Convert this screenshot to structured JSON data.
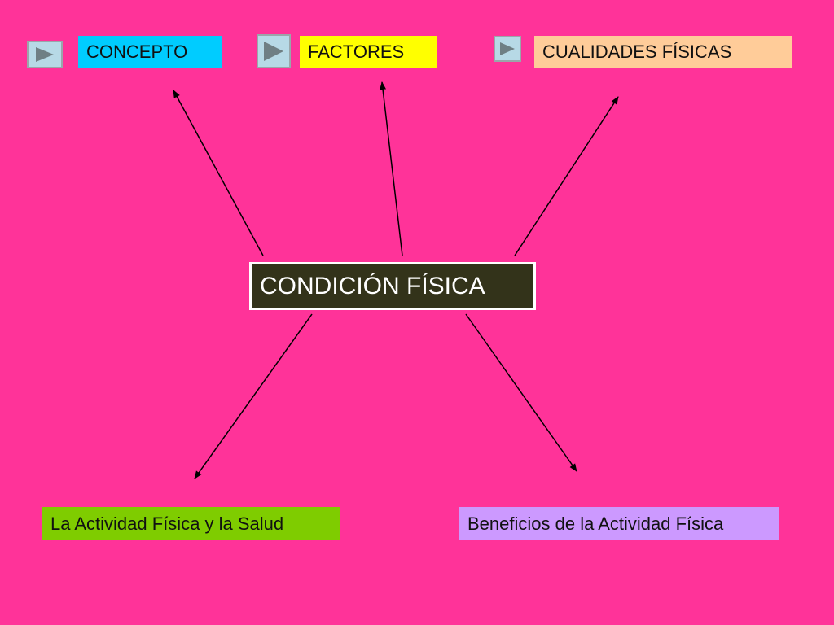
{
  "diagram": {
    "center": {
      "label": "CONDICIÓN FÍSICA",
      "color": "#33331a"
    },
    "top_nodes": [
      {
        "label": "CONCEPTO",
        "color": "#00ccff"
      },
      {
        "label": "FACTORES",
        "color": "#ffff00"
      },
      {
        "label": "CUALIDADES FÍSICAS",
        "color": "#ffcc99"
      }
    ],
    "bottom_nodes": [
      {
        "label": "La Actividad Física y la Salud",
        "color": "#7fcc00"
      },
      {
        "label": "Beneficios de la Actividad Física",
        "color": "#cc99ff"
      }
    ],
    "nav_buttons": [
      {
        "icon": "play-triangle-icon"
      },
      {
        "icon": "play-triangle-icon"
      },
      {
        "icon": "play-triangle-icon"
      }
    ],
    "background_color": "#ff3399"
  }
}
